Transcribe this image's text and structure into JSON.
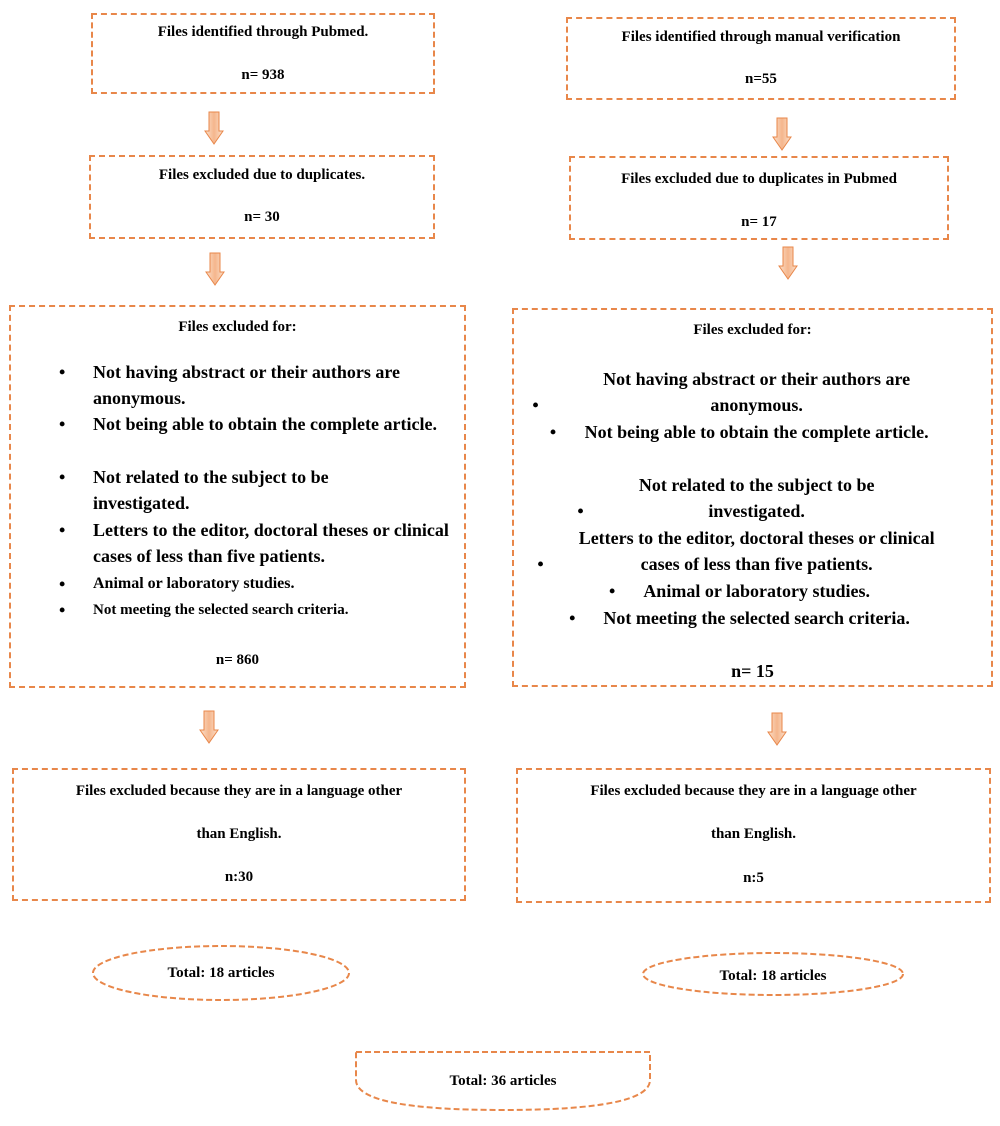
{
  "left": {
    "box1": {
      "title": "Files identified through Pubmed.",
      "n": "n= 938"
    },
    "box2": {
      "title": "Files excluded due to duplicates.",
      "n": "n= 30"
    },
    "box3": {
      "title": "Files excluded for:",
      "items": [
        "Not having abstract or their authors are anonymous.",
        "Not being able to obtain the complete article.",
        "Not related to the subject to be investigated.",
        "Letters to the editor, doctoral theses or clinical cases of less than five patients.",
        "Animal or laboratory studies.",
        "Not meeting the selected search criteria."
      ],
      "n": "n= 860"
    },
    "box4": {
      "line1": "Files excluded because they are in a language other",
      "line2": "than English.",
      "n": "n:30"
    },
    "total": "Total: 18 articles"
  },
  "right": {
    "box1": {
      "title": "Files identified through manual verification",
      "n": "n=55"
    },
    "box2": {
      "title": "Files excluded due to duplicates in Pubmed",
      "n": "n= 17"
    },
    "box3": {
      "title": "Files excluded for:",
      "items": [
        "Not having abstract or their authors are anonymous.",
        "Not being able to obtain the complete article.",
        "Not related to the subject to be investigated.",
        "Letters to the editor, doctoral theses or clinical cases of less than five patients.",
        "Animal or laboratory studies.",
        "Not meeting the selected search criteria."
      ],
      "n": "n= 15"
    },
    "box4": {
      "line1": "Files excluded because they are in a language other",
      "line2": "than English.",
      "n": "n:5"
    },
    "total": "Total: 18 articles"
  },
  "grand_total": "Total: 36 articles",
  "bullet_char": "•",
  "colors": {
    "border": "#E8874A",
    "arrow_fill": "#F7C8A8",
    "arrow_stroke": "#E8874A"
  }
}
